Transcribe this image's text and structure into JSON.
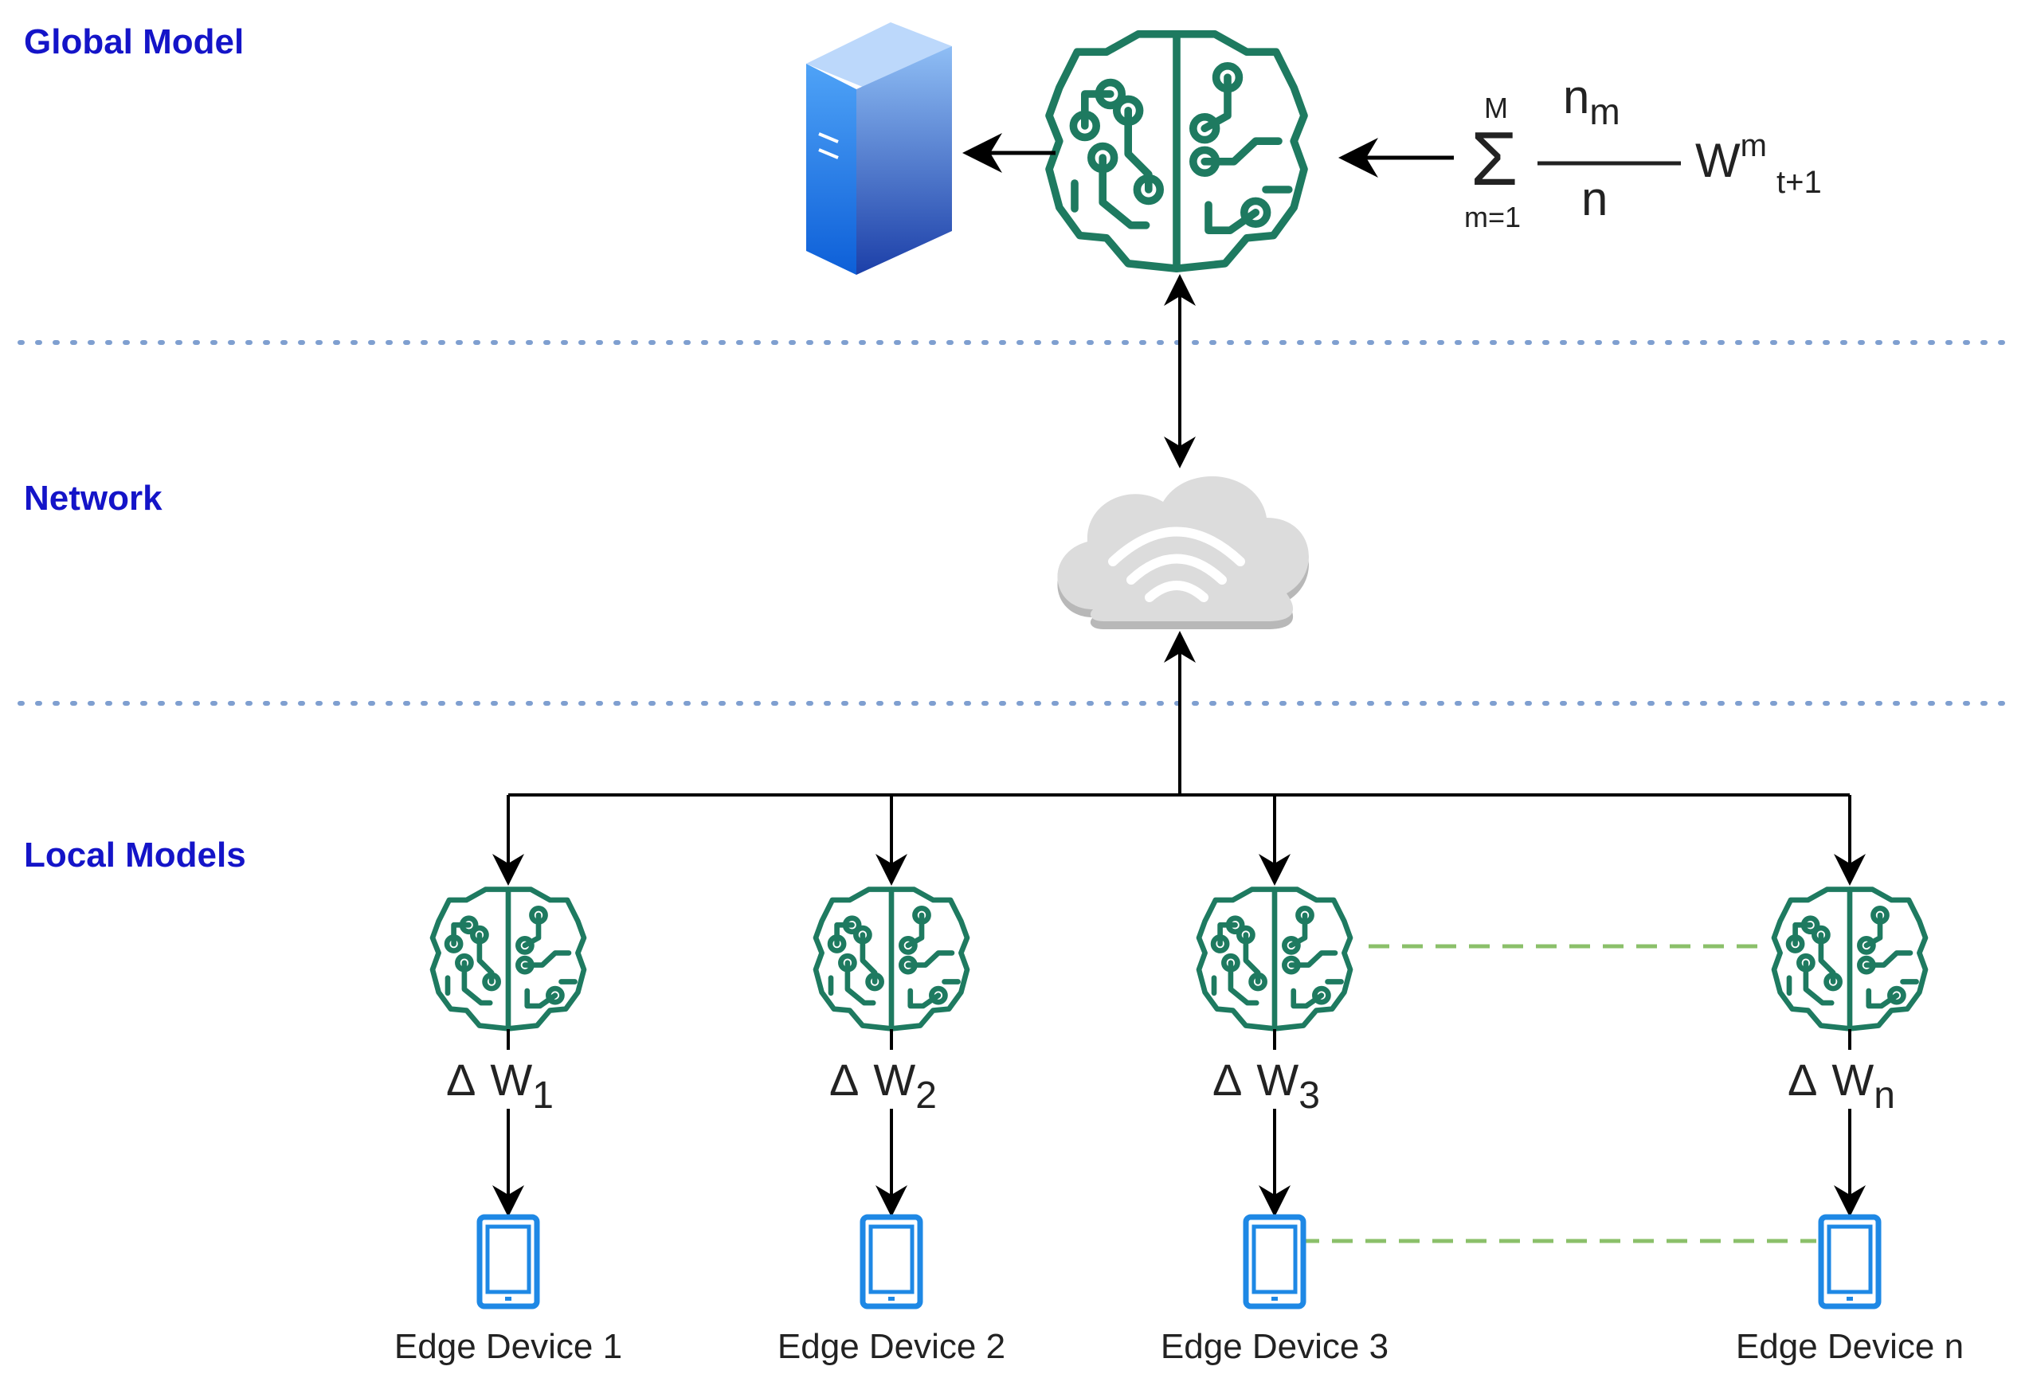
{
  "layers": {
    "global": "Global Model",
    "network": "Network",
    "local": "Local Models"
  },
  "formula": {
    "sum_top": "M",
    "sum_symbol": "Σ",
    "sum_bottom": "m=1",
    "numerator_base": "n",
    "numerator_sub": "m",
    "denominator": "n",
    "weight_base": "W",
    "weight_sup": "m",
    "weight_sub": "t+1"
  },
  "local_models": [
    {
      "delta": "Δ",
      "weight": "W",
      "sub": "1",
      "device": "Edge Device 1"
    },
    {
      "delta": "Δ",
      "weight": "W",
      "sub": "2",
      "device": "Edge Device 2"
    },
    {
      "delta": "Δ",
      "weight": "W",
      "sub": "3",
      "device": "Edge Device 3"
    },
    {
      "delta": "Δ",
      "weight": "W",
      "sub": "n",
      "device": "Edge Device n"
    }
  ],
  "colors": {
    "layer_label": "#1414c8",
    "brain": "#1e7a60",
    "phone": "#1e88e5",
    "separator": "#7f9fd0",
    "dashed_link": "#8bc06a",
    "arrow": "#000000",
    "cloud": "#d9d9d9"
  },
  "icons": {
    "server": "server-icon",
    "global_model": "brain-circuit-icon",
    "network": "wifi-cloud-icon",
    "local_model": "brain-circuit-icon",
    "device": "smartphone-icon"
  }
}
